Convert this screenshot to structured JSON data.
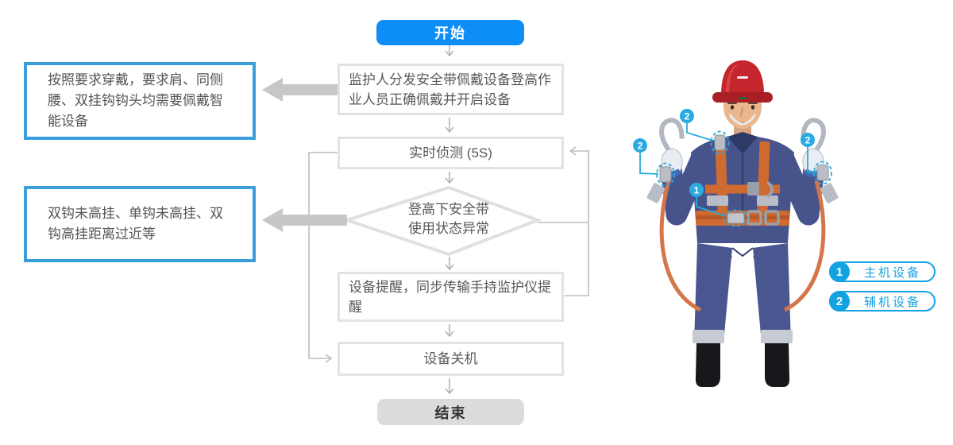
{
  "flow": {
    "start_label": "开始",
    "end_label": "结束",
    "steps": {
      "distribute": "监护人分发安全带佩戴设备登高作业人员正确佩戴并开启设备",
      "detect": "实时侦测 (5S)",
      "decision": {
        "line1": "登高下安全带",
        "line2": "使用状态异常"
      },
      "alert": "设备提醒，同步传输手持监护仪提醒",
      "shutdown": "设备关机"
    }
  },
  "callouts": {
    "wearing": "按照要求穿戴，要求肩、同侧腰、双挂钩钩头均需要佩戴智能设备",
    "abnormal": "双钩未高挂、单钩未高挂、双钩高挂距离过近等"
  },
  "figure": {
    "markers": {
      "left_shoulder": "2",
      "left_hook": "2",
      "right_hook": "2",
      "waist": "1"
    }
  },
  "legend": {
    "items": [
      {
        "num": "1",
        "label": "主机设备"
      },
      {
        "num": "2",
        "label": "辅机设备"
      }
    ]
  },
  "colors": {
    "primary_blue": "#0d8ef7",
    "callout_border": "#3a9edd",
    "legend_blue": "#14a3e2",
    "marker_blue": "#29abe2",
    "flow_border": "#e3e3e3",
    "flow_text": "#595959",
    "thick_arrow_gray": "#c7c7c7",
    "end_gray": "#dcdcdc",
    "harness_orange": "#cf6a31",
    "helmet_red": "#c4262d",
    "uniform_blue": "#47548c"
  }
}
